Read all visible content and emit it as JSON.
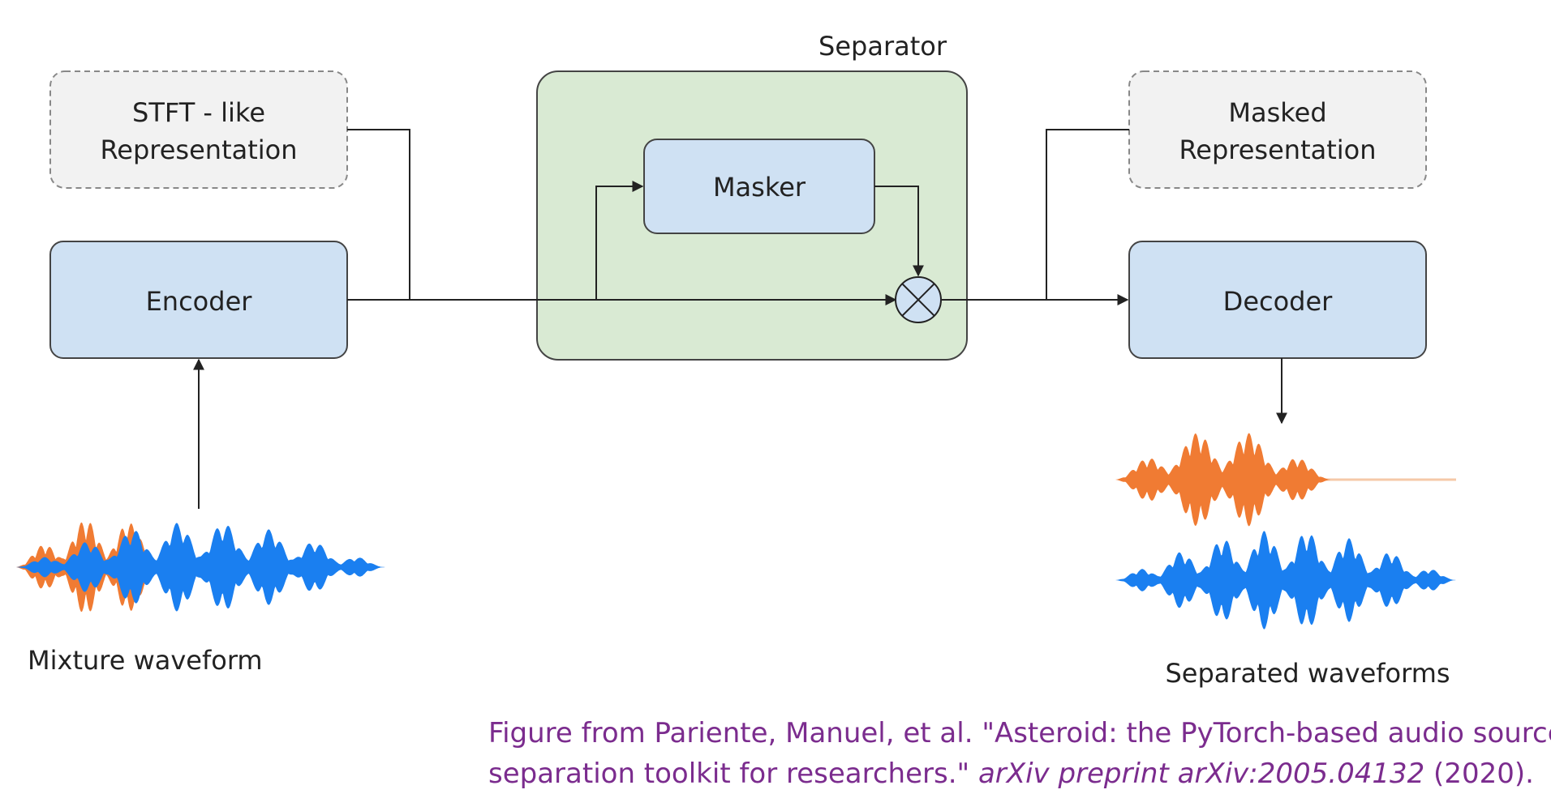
{
  "separator": {
    "title": "Separator"
  },
  "nodes": {
    "stft": {
      "line1": "STFT - like",
      "line2": "Representation"
    },
    "encoder": {
      "label": "Encoder"
    },
    "masker": {
      "label": "Masker"
    },
    "masked": {
      "line1": "Masked",
      "line2": "Representation"
    },
    "decoder": {
      "label": "Decoder"
    }
  },
  "labels": {
    "mixture": "Mixture waveform",
    "separated": "Separated waveforms"
  },
  "caption": {
    "line1": "Figure from Pariente, Manuel, et al. \"Asteroid: the PyTorch-based audio source",
    "line2_prefix": "separation toolkit for researchers.\" ",
    "line2_italic": "arXiv preprint arXiv:2005.04132",
    "line2_suffix": " (2020)."
  },
  "colors": {
    "box_blue": "#cfe1f3",
    "separator_green": "#d9ead3",
    "wave_orange": "#f07b33",
    "wave_blue": "#1a7ff0",
    "caption_purple": "#7b2c8e"
  }
}
